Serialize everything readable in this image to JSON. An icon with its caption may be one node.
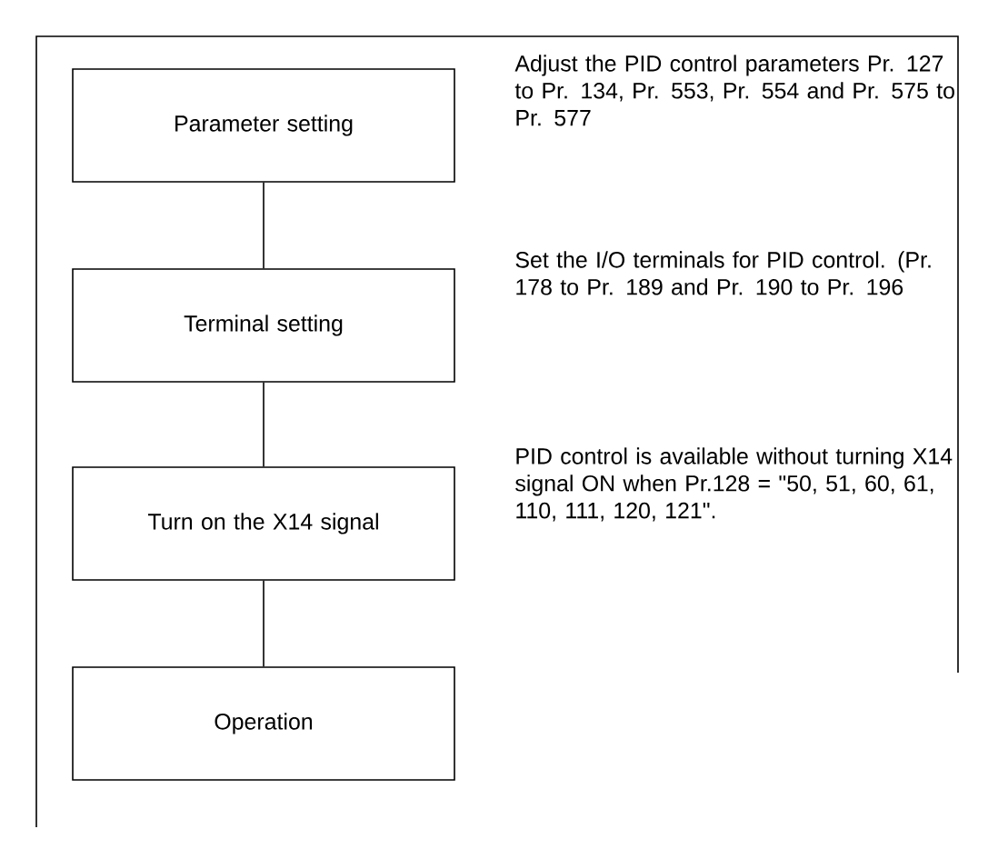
{
  "diagram": {
    "nodes": [
      {
        "text": [
          "Parameter setting"
        ],
        "beside": [
          "Adjust the PID control parameters Pr. 127 to Pr. 134, Pr. 553, Pr. 554 and Pr. 575 to Pr. 577"
        ]
      },
      {
        "text": [
          "Terminal setting"
        ],
        "beside": [
          "Set the I/O terminals for PID control. (Pr. 178 to Pr. 189 and Pr. 190 to Pr. 196"
        ]
      },
      {
        "text": [
          "Turn on the X14 signal"
        ],
        "beside": [
          "PID control is available without turning X14 signal ON when Pr.128 = \"50, 51, 60, 61, 110, 111, 120, 121\"."
        ]
      },
      {
        "text": [
          "Operation"
        ]
      }
    ],
    "edges": [
      {
        "from": 0,
        "to": 1,
        "arrow": "none"
      },
      {
        "from": 1,
        "to": 2,
        "arrow": "none"
      },
      {
        "from": 2,
        "to": 3,
        "arrow": "none"
      }
    ]
  }
}
